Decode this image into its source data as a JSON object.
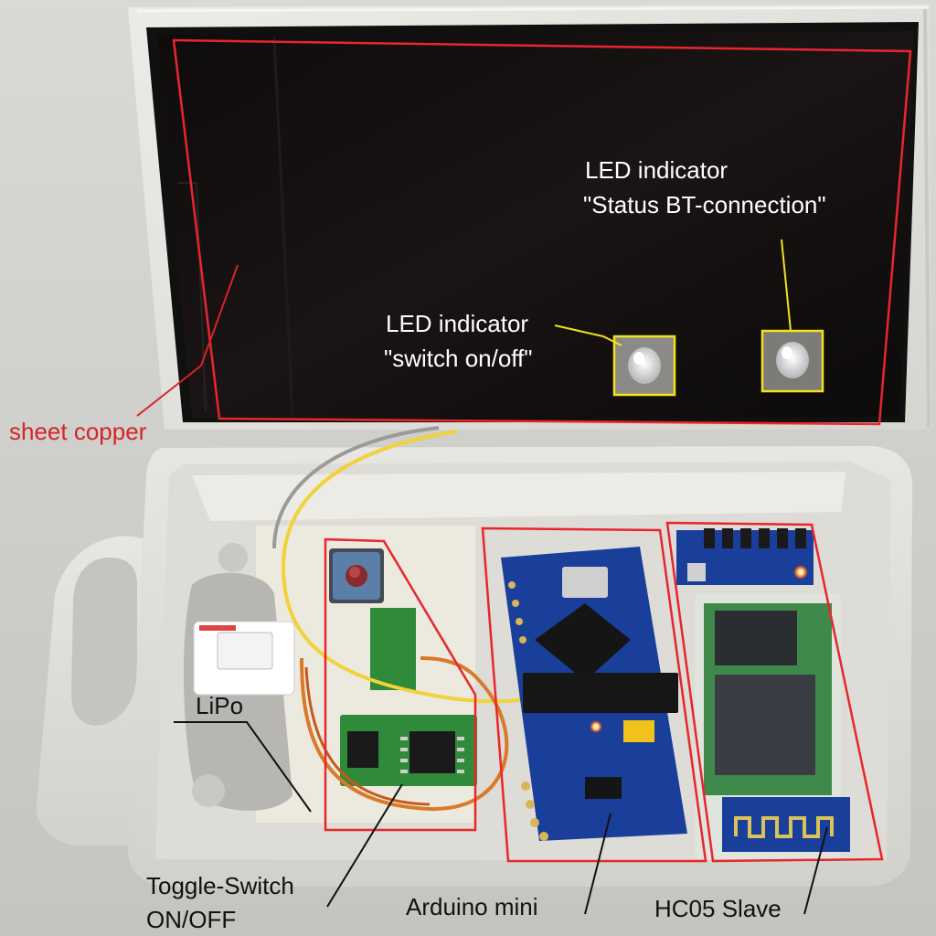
{
  "annotations": {
    "led_bt_line1": "LED indicator",
    "led_bt_line2": "\"Status BT-connection\"",
    "led_switch_line1": "LED indicator",
    "led_switch_line2": "\"switch on/off\"",
    "sheet_copper": "sheet copper",
    "lipo": "LiPo",
    "toggle_line1": "Toggle-Switch",
    "toggle_line2": "ON/OFF",
    "arduino": "Arduino mini",
    "hc05": "HC05 Slave"
  },
  "colors": {
    "outline_red": "#e8262c",
    "outline_yellow": "#f2e21a",
    "label_red": "#d8232a",
    "board_blue": "#1a3f9a",
    "board_green": "#2f8a3a"
  }
}
